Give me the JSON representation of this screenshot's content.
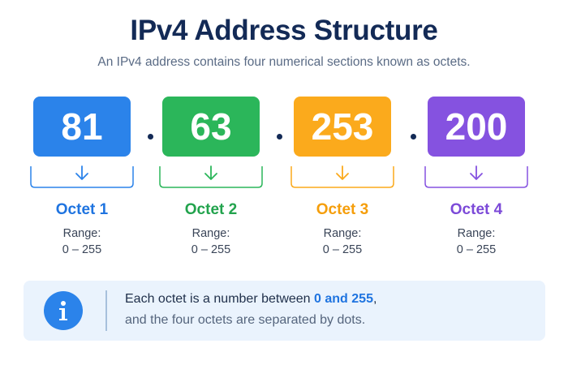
{
  "header": {
    "title": "IPv4 Address Structure",
    "subtitle": "An IPv4 address contains four numerical sections known as octets."
  },
  "octets": [
    {
      "value": "81",
      "label": "Octet 1",
      "range_label": "Range:",
      "range_value": "0 – 255",
      "color": "#2b83ea"
    },
    {
      "value": "63",
      "label": "Octet 2",
      "range_label": "Range:",
      "range_value": "0 – 255",
      "color": "#2bb65a"
    },
    {
      "value": "253",
      "label": "Octet 3",
      "range_label": "Range:",
      "range_value": "0 – 255",
      "color": "#fbaa1c"
    },
    {
      "value": "200",
      "label": "Octet 4",
      "range_label": "Range:",
      "range_value": "0 – 255",
      "color": "#8552e0"
    }
  ],
  "separator": ".",
  "info": {
    "icon": "info-icon",
    "line1_prefix": "Each octet is a number between ",
    "line1_highlight": "0 and 255",
    "line1_suffix": ",",
    "line2": "and the four octets are separated by dots."
  },
  "colors": {
    "title": "#132a56",
    "label_colors": [
      "#1f74e0",
      "#22a34d",
      "#f59e0b",
      "#7c4ad8"
    ]
  }
}
